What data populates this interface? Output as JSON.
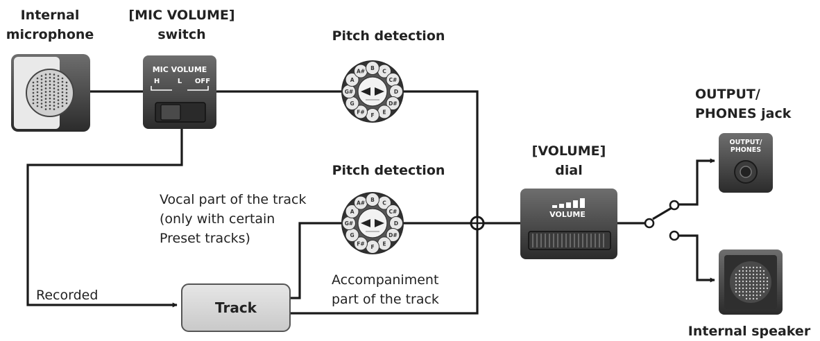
{
  "labels": {
    "internal_mic": [
      "Internal",
      "microphone"
    ],
    "mic_switch": [
      "[MIC VOLUME]",
      "switch"
    ],
    "pitch_top": "Pitch detection",
    "pitch_bottom": "Pitch detection",
    "vocal_part": [
      "Vocal part of the track",
      "(only with certain",
      "Preset tracks)"
    ],
    "recorded": "Recorded",
    "track": "Track",
    "accompaniment": [
      "Accompaniment",
      "part of the track"
    ],
    "volume_dial": [
      "[VOLUME]",
      "dial"
    ],
    "output_jack": [
      "OUTPUT/",
      "PHONES jack"
    ],
    "internal_speaker": "Internal speaker"
  },
  "device_text": {
    "mic_switch_face": "MIC VOLUME",
    "mic_switch_positions": [
      "H",
      "L",
      "OFF"
    ],
    "volume_face": "VOLUME",
    "jack_face": [
      "OUTPUT/",
      "PHONES"
    ]
  },
  "pitch_notes": [
    "C",
    "C#",
    "D",
    "D#",
    "E",
    "F",
    "F#",
    "G",
    "G#",
    "A",
    "A#",
    "B"
  ]
}
